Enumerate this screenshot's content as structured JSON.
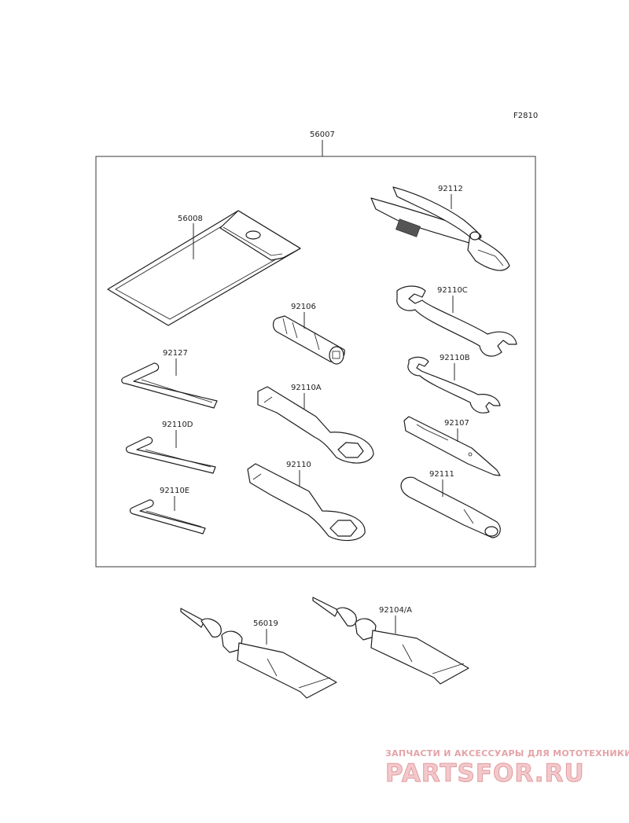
{
  "figure": {
    "code": "F2810"
  },
  "kit": {
    "number": "56007"
  },
  "parts": {
    "p56008": "56008",
    "p92112": "92112",
    "p92110C": "92110C",
    "p92106": "92106",
    "p92110B": "92110B",
    "p92127": "92127",
    "p92110A": "92110A",
    "p92107": "92107",
    "p92110D": "92110D",
    "p92110": "92110",
    "p92111": "92111",
    "p92110E": "92110E",
    "p56019": "56019",
    "p92104A": "92104/A"
  },
  "watermark": {
    "caption": "ЗАПЧАСТИ И АКСЕССУАРЫ ДЛЯ МОТОТЕХНИКИ",
    "logo": "PARTSFOR.RU"
  }
}
